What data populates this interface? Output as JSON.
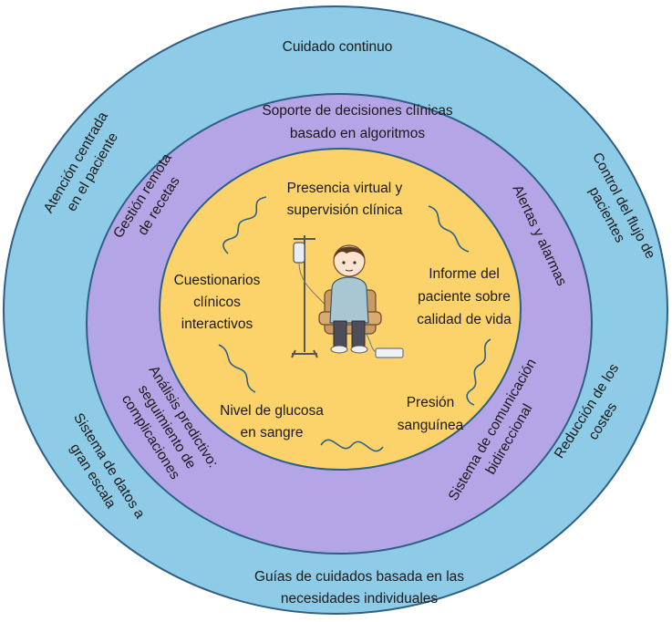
{
  "colors": {
    "outer_ring": "#8ecbe6",
    "middle_ring": "#b4a5e6",
    "inner_circle": "#fcd36a",
    "outline": "#2f5f86"
  },
  "outer": {
    "top": "Cuidado continuo",
    "left_line1": "Atención centrada",
    "left_line2": "en el paciente",
    "right_line1": "Control del flujo de",
    "right_line2": "pacientes",
    "bottom_left_line1": "Sistema de datos a",
    "bottom_left_line2": "gran escala",
    "bottom_right_line1": "Reducción de los",
    "bottom_right_line2": "costes",
    "bottom_line1": "Guías de cuidados basada en las",
    "bottom_line2": "necesidades individuales"
  },
  "middle": {
    "top_line1": "Soporte de decisiones clínicas",
    "top_line2": "basado en algoritmos",
    "left_line1": "Gestión remota",
    "left_line2": "de recetas",
    "right": "Alertas y alarmas",
    "bottom_left_line1": "Análisis predictivo:",
    "bottom_left_line2": "seguimiento de",
    "bottom_left_line3": "complicaciones",
    "bottom_right_line1": "Sistema de comunicación",
    "bottom_right_line2": "bidireccional"
  },
  "inner": {
    "top_line1": "Presencia virtual y",
    "top_line2": "supervisión clínica",
    "left_line1": "Cuestionarios",
    "left_line2": "clínicos",
    "left_line3": "interactivos",
    "right_line1": "Informe del",
    "right_line2": "paciente sobre",
    "right_line3": "calidad de vida",
    "bottom_left_line1": "Nivel de glucosa",
    "bottom_left_line2": "en sangre",
    "bottom_right_line1": "Presión",
    "bottom_right_line2": "sanguínea"
  },
  "center_illustration": "patient-on-iv-drip-icon"
}
